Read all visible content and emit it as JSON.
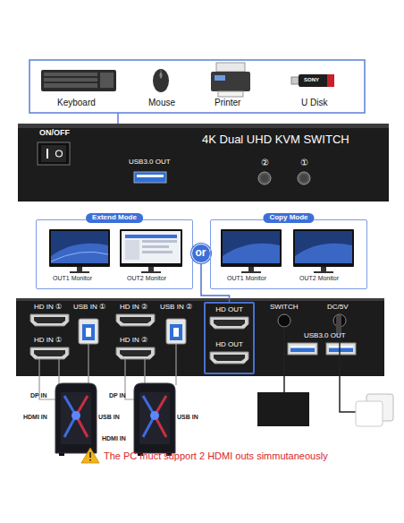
{
  "diagram": {
    "nodes": [
      {
        "text": [
          "4K Dual UHD KVM SWITCH"
        ]
      },
      {
        "text": [
          "ON/OFF"
        ],
        "in": 0
      },
      {
        "text": [
          "USB3.0 OUT"
        ],
        "in": 0
      },
      {
        "text": [
          "②"
        ],
        "in": 0
      },
      {
        "text": [
          "①"
        ],
        "in": 0
      },
      {
        "text": [
          "Extend Mode",
          "OUT1 Monitor",
          "OUT2 Monitor"
        ]
      },
      {
        "text": [
          "or"
        ]
      },
      {
        "text": [
          "Copy Mode",
          "OUT1 Monitor",
          "OUT2 Monitor"
        ]
      },
      {
        "text": [
          "HD OUT",
          "HD OUT"
        ]
      }
    ],
    "edges": [
      {
        "from": 8,
        "to": 6,
        "arrow": "none"
      }
    ],
    "labels": [
      "Keyboard",
      "Mouse",
      "Printer",
      "U Disk",
      "SONY",
      "HD IN ①",
      "HD IN ①",
      "USB IN ①",
      "HD IN ②",
      "HD IN ②",
      "USB IN ②",
      "SWITCH",
      "DC/5V",
      "USB3.0 OUT",
      "DP IN",
      "HDMI IN",
      "USB IN",
      "DP IN",
      "HDMI IN",
      "USB IN",
      "The PC muct support 2 HDMI outs simmutaneously"
    ]
  }
}
